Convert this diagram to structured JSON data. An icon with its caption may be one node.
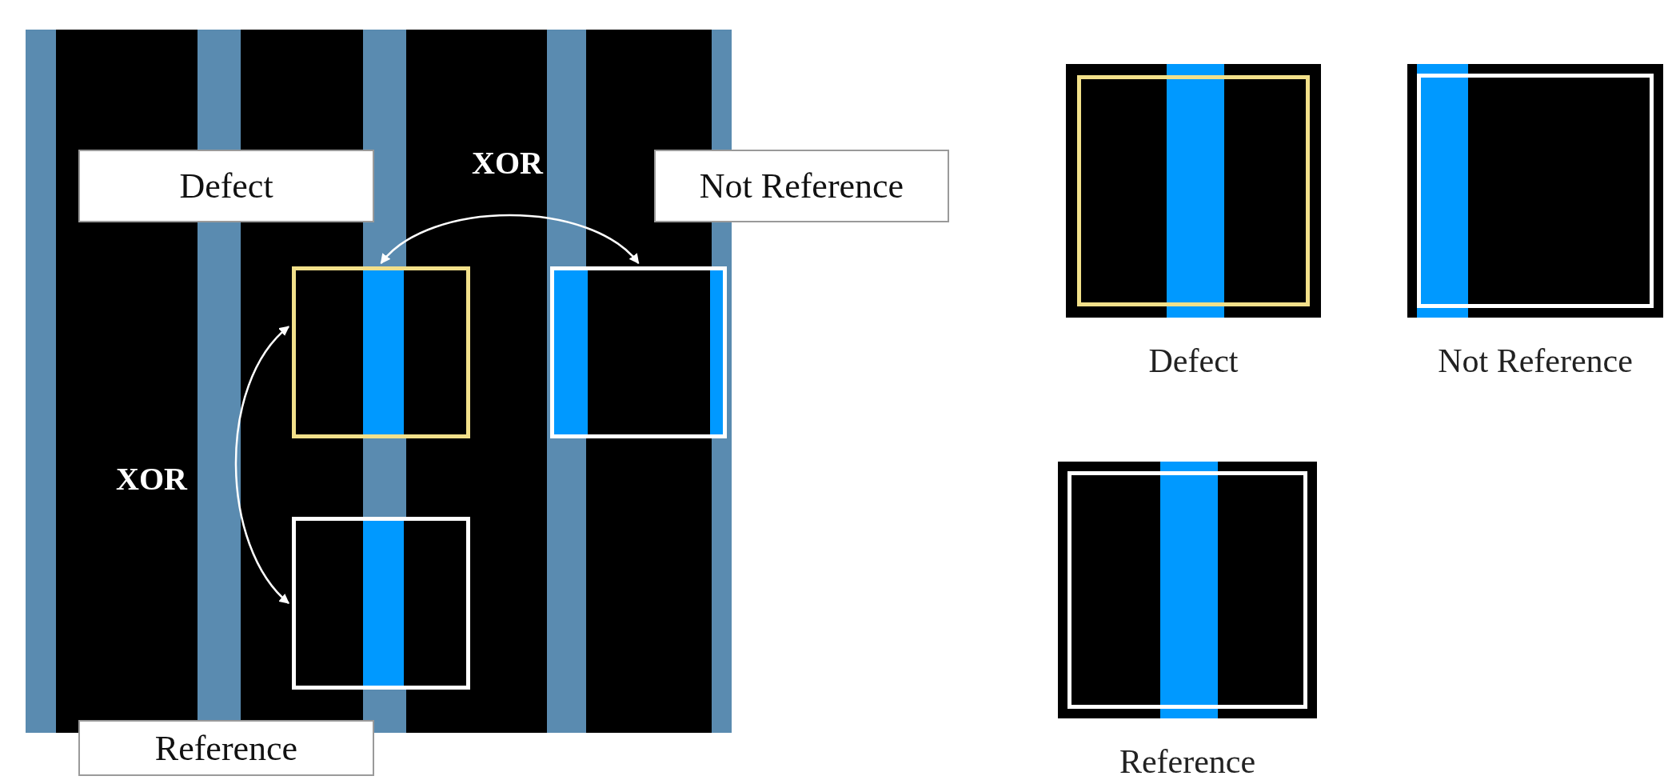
{
  "diagram": {
    "nodes": [
      {
        "text": [
          "Defect"
        ]
      },
      {
        "text": [
          "Not Reference"
        ]
      },
      {
        "text": [
          "Reference"
        ]
      },
      {
        "text": [],
        "shape": "box"
      },
      {
        "text": [],
        "shape": "box"
      },
      {
        "text": [],
        "shape": "box"
      },
      {
        "text": [],
        "shape": "box",
        "beside": [
          "Defect"
        ]
      },
      {
        "text": [],
        "shape": "box",
        "beside": [
          "Not Reference"
        ]
      },
      {
        "text": [],
        "shape": "box",
        "beside": [
          "Reference"
        ]
      }
    ],
    "edges": [
      {
        "from": 3,
        "to": 4,
        "arrow": "both",
        "label": "XOR"
      },
      {
        "from": 3,
        "to": 5,
        "arrow": "both",
        "label": "XOR"
      }
    ]
  }
}
